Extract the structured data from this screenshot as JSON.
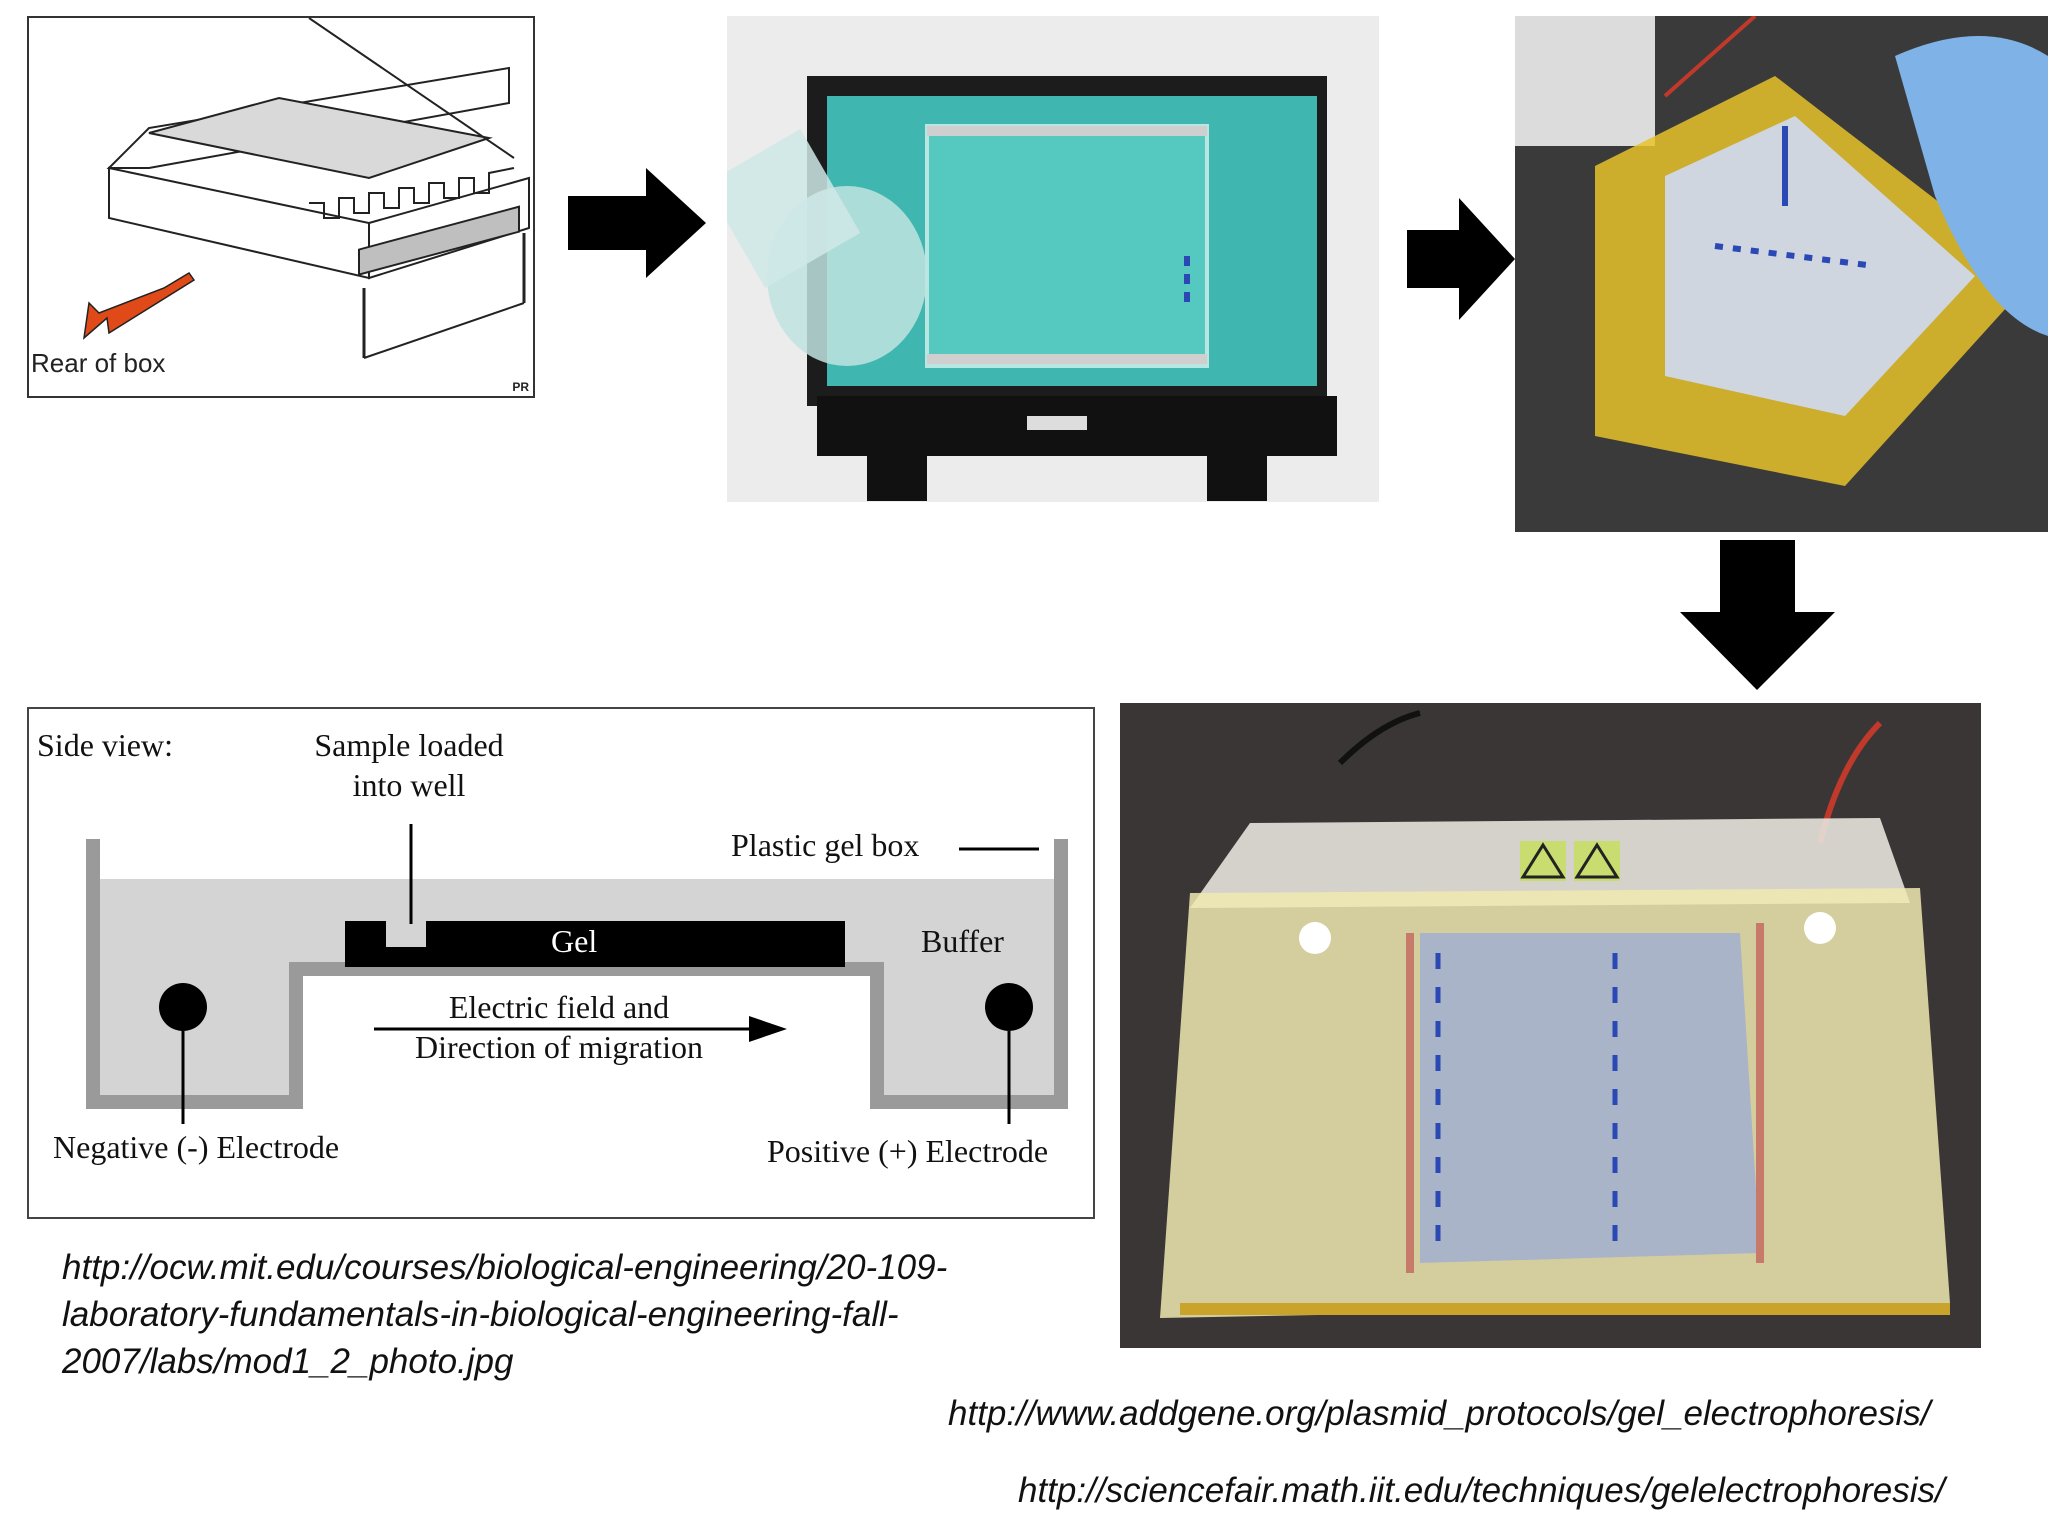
{
  "slide": {
    "sketch_label": "Rear of box",
    "sketch_corner": "PR",
    "sideview": {
      "heading": "Side view:",
      "sample_label_line1": "Sample loaded",
      "sample_label_line2": "into well",
      "box_label": "Plastic gel box",
      "gel_label": "Gel",
      "buffer_label": "Buffer",
      "field_line1": "Electric field and",
      "field_line2": "Direction of migration",
      "neg_label": "Negative (-) Electrode",
      "pos_label": "Positive (+) Electrode"
    },
    "url_mit_line1": "http://ocw.mit.edu/courses/biological-engineering/20-109-",
    "url_mit_line2": "laboratory-fundamentals-in-biological-engineering-fall-",
    "url_mit_line3": "2007/labs/mod1_2_photo.jpg",
    "url_addgene": "http://www.addgene.org/plasmid_protocols/gel_electrophoresis/",
    "url_iit": "http://sciencefair.math.iit.edu/techniques/gelelectrophoresis/"
  },
  "colors": {
    "arrow": "#000000",
    "buffer_fill": "#d4d4d4",
    "gel_fill": "#000000",
    "photo_teal": "#3fb6b0",
    "photo_yellow": "#e8c22a"
  },
  "icons": [
    "right-arrow-icon",
    "down-arrow-icon",
    "red-arrow-icon",
    "warning-icon"
  ]
}
